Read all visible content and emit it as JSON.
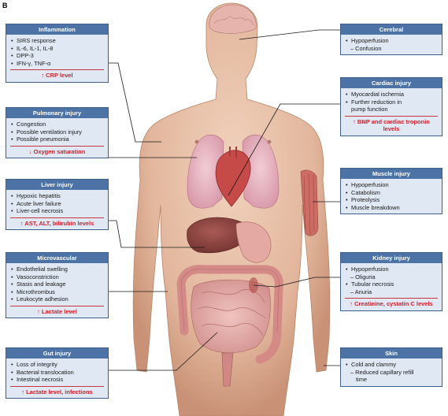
{
  "panel_label": "B",
  "boxes": {
    "inflammation": {
      "title": "Inflammation",
      "items": [
        "SIRS response",
        "IL-6, IL-1, IL-8",
        "DPP-3",
        "IFN-γ, TNF-α"
      ],
      "highlight": "↑ CRP level"
    },
    "pulmonary": {
      "title": "Pulmonary injury",
      "items": [
        "Congestion",
        "Possible ventilation injury",
        "Possible pneumonia"
      ],
      "highlight": "↓ Oxygen saturation"
    },
    "liver": {
      "title": "Liver injury",
      "items": [
        "Hypoxic hepatitis",
        "Acute liver failure",
        "Liver-cell necrosis"
      ],
      "highlight": "↑ AST, ALT, bilirubin levels"
    },
    "microvascular": {
      "title": "Microvascular",
      "items": [
        "Endothelial swelling",
        "Vasoconstriction",
        "Stasis and leakage",
        "Microthrombus",
        "Leukocyte adhesion"
      ],
      "highlight": "↑ Lactate level"
    },
    "gut": {
      "title": "Gut injury",
      "items": [
        "Loss of integrity",
        "Bacterial translocation",
        "Intestinal necrosis"
      ],
      "highlight": "↑ Lactate level, infections"
    },
    "cerebral": {
      "title": "Cerebral",
      "items": [
        "Hypoperfusion"
      ],
      "subitems": [
        "– Confusion"
      ]
    },
    "cardiac": {
      "title": "Cardiac injury",
      "items": [
        "Myocardial ischemia",
        "Further reduction in",
        "pump function"
      ],
      "highlight": "↑ BNP and cardiac troponin",
      "highlight2": "levels"
    },
    "muscle": {
      "title": "Muscle injury",
      "items": [
        "Hypoperfusion",
        "Catabolism",
        "Proteolysis",
        "Muscle breakdown"
      ]
    },
    "kidney": {
      "title": "Kidney injury",
      "items": [
        "Hypoperfusion",
        "– Oliguria",
        "Tubular necrosis",
        "– Anuria"
      ],
      "highlight": "↑ Creatinine, cystatin C levels"
    },
    "skin": {
      "title": "Skin",
      "items": [
        "Cold and clammy",
        "– Reduced capillary refill",
        "time"
      ]
    }
  },
  "colors": {
    "box_fill": "#dfe8f3",
    "header_fill": "#4d73a6",
    "border": "#3e5f8a",
    "highlight_text": "#d21f2c",
    "skin": "#e6bfa6",
    "skin_shadow": "#c9957a",
    "leader_line": "#1a1a1a"
  }
}
